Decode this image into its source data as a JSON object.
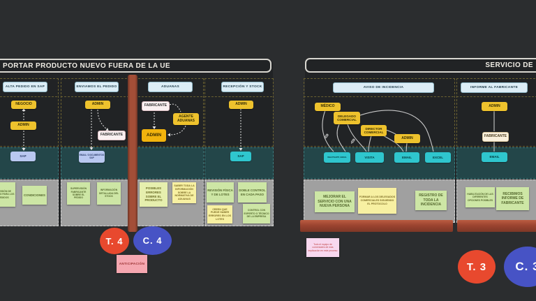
{
  "canvas": {
    "background": "#2b2d2f"
  },
  "left_frame": {
    "title": "PORTAR PRODUCTO NUEVO FUERA DE LA UE",
    "columns": [
      {
        "header": "ALTA PEDIDO EN SAP",
        "actors": [
          "NEGOCIO",
          "ADMIN"
        ],
        "tools": [
          "SAP"
        ],
        "stickies": [
          "REVISIÓN DE PEDIDO PARA LOS PEDIDOS",
          "CONDICIONES"
        ]
      },
      {
        "header": "ENVIAMOS EL PEDIDO",
        "actors": [
          "ADMIN",
          "FABRICANTE"
        ],
        "tools": [
          "EMAIL / DOCUMENTOS SAP"
        ],
        "stickies": [
          "SUPERVISIÓN FABRICANTE SOBRE EL PEDIDO",
          "INFORMACIÓN DETALLADA DEL STOCK"
        ]
      },
      {
        "header": "ADUANAS",
        "actors": [
          "FABRICANTE",
          "AGENTE ADUANAS",
          "ADMIN"
        ],
        "tools": [],
        "stickies": [
          "POSIBLES ERRORES SOBRE EL PRODUCTO",
          "SABER TODA LA INFORMACIÓN SOBRE LA NORMATIVA DE ADUANAS"
        ]
      },
      {
        "header": "RECEPCIÓN Y STOCK",
        "actors": [
          "ADMIN"
        ],
        "tools": [
          "SAP"
        ],
        "stickies": [
          "REVISIÓN FÍSICA Y DE LOTES",
          "DOBLE CONTROL EN CADA PASO",
          "CREEN QUE PUEDE HABER ERRORES EN LOS LOTES",
          "CONTROL CON EXPERTO O TÉCNICO DE LA EMPRESA"
        ]
      }
    ]
  },
  "right_frame": {
    "title": "SERVICIO DE",
    "columns": [
      {
        "header": "AVISO DE INCIDENCIA",
        "actors": [
          "MÉDICO",
          "DELEGADO COMERCIAL",
          "DIRECTOR COMERCIAL",
          "ADMIN"
        ],
        "tools": [
          "WHATSAPP, EMAIL",
          "VISITA",
          "EMAIL",
          "EXCEL"
        ],
        "stickies": [
          "MEJORAR EL SERVICIO CON UNA NUEVA PERSONA",
          "FORMAR A LOS DELEGADOS COMERCIALES SIGUIENDO EL PROTOCOLO",
          "REGISTRO DE TODA LA INCIDENCIA"
        ]
      },
      {
        "header": "INFORME AL FABRICANTE",
        "actors": [
          "ADMIN",
          "FABRICANTE"
        ],
        "tools": [
          "EMAIL"
        ],
        "stickies": [
          "HABILITACIÓN DE LAS DIFERENTES OPCIONES POSIBLES",
          "RECIBIMOS INFORME DE FABRICANTE"
        ]
      }
    ]
  },
  "badges": [
    {
      "label": "T. 4",
      "color": "#e8492e"
    },
    {
      "label": "C. 4",
      "color": "#4753c5"
    },
    {
      "label": "T. 3",
      "color": "#e8492e"
    },
    {
      "label": "C. 3",
      "color": "#4753c5"
    }
  ],
  "notes": {
    "anticipacion": "ANTICIPACIÓN",
    "team_note": "Todo el equipo de comerciales de más implicación en este proceso"
  },
  "colors": {
    "actor_yellow": "#eec22d",
    "tool_cyan": "#2fc6ce",
    "tool_periwinkle": "#b9c8f0",
    "band_teal": "#234649",
    "band_gray": "#a0a0a0",
    "bar_red": "#9c4430"
  }
}
